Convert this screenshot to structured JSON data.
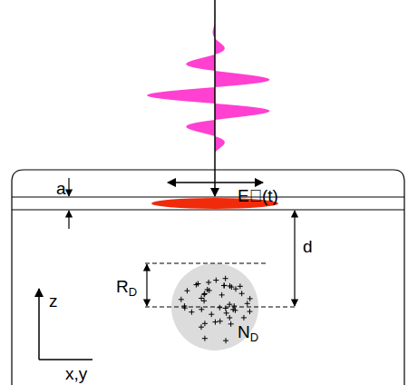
{
  "diagram": {
    "labels": [
      "E⃗(t)",
      "a",
      "d",
      "RD",
      "ND",
      "z",
      "x,y"
    ]
  }
}
